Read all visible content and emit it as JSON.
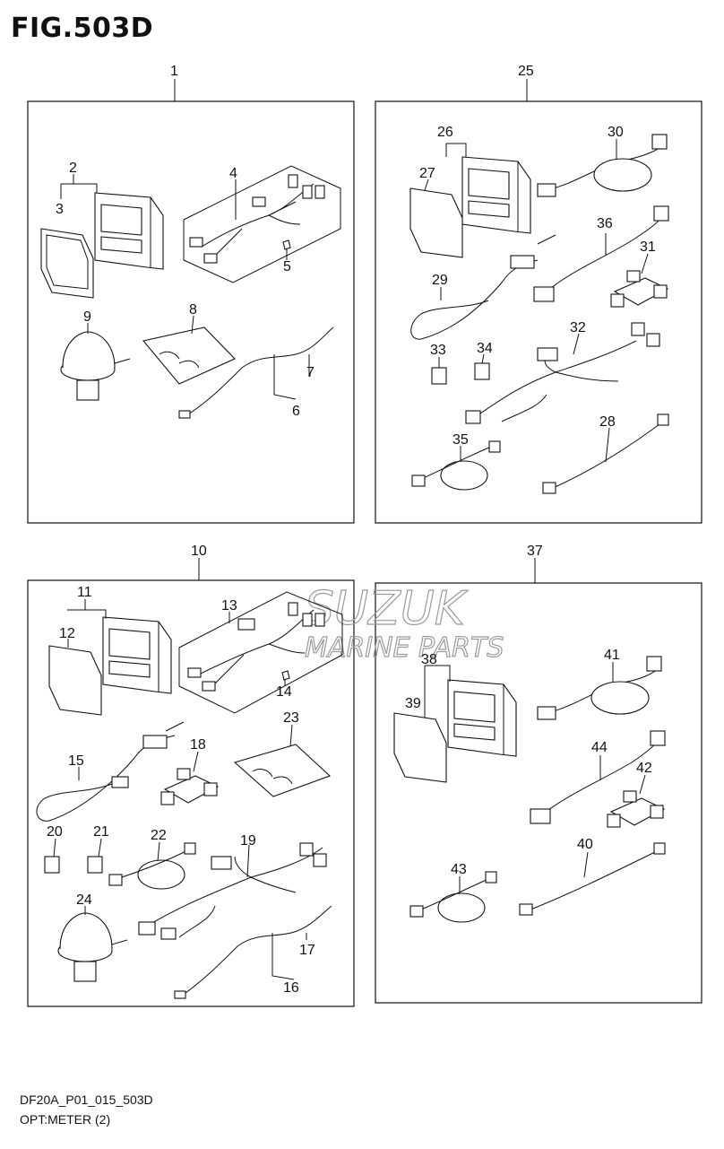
{
  "figure": {
    "title": "FIG.503D",
    "footer_code": "DF20A_P01_015_503D",
    "caption": "OPT:METER (2)"
  },
  "watermark": {
    "line1": "SUZUK",
    "line2": "MARINE PARTS"
  },
  "callouts": {
    "c1": "1",
    "c2": "2",
    "c3": "3",
    "c4": "4",
    "c5": "5",
    "c6": "6",
    "c7": "7",
    "c8": "8",
    "c9": "9",
    "c10": "10",
    "c11": "11",
    "c12": "12",
    "c13": "13",
    "c14": "14",
    "c15": "15",
    "c16": "16",
    "c17": "17",
    "c18": "18",
    "c19": "19",
    "c20": "20",
    "c21": "21",
    "c22": "22",
    "c23": "23",
    "c24": "24",
    "c25": "25",
    "c26": "26",
    "c27": "27",
    "c28": "28",
    "c29": "29",
    "c30": "30",
    "c31": "31",
    "c32": "32",
    "c33": "33",
    "c34": "34",
    "c35": "35",
    "c36": "36",
    "c37": "37",
    "c38": "38",
    "c39": "39",
    "c40": "40",
    "c41": "41",
    "c42": "42",
    "c43": "43",
    "c44": "44"
  }
}
